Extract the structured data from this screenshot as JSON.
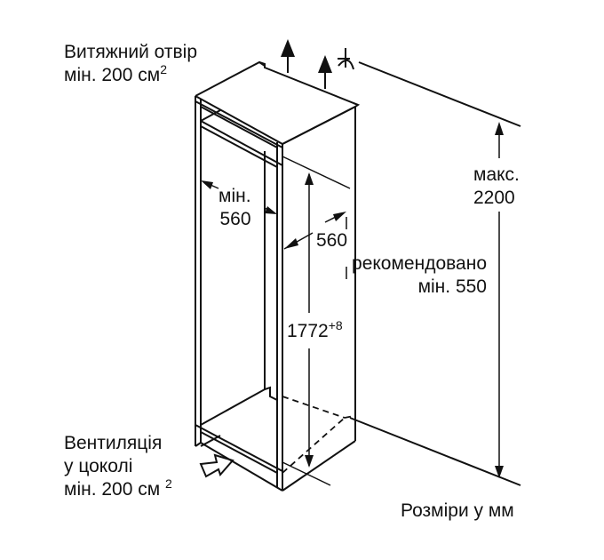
{
  "diagram": {
    "type": "built-in appliance niche installation drawing",
    "labels": {
      "exhaust_line1": "Витяжний отвір",
      "exhaust_line2": "мін. 200 см",
      "exhaust_sup": "2",
      "max_line1": "макс.",
      "max_line2": "2200",
      "inner_width_line1": "мін.",
      "inner_width_line2": "560",
      "depth_line1": "560",
      "depth_line2": "рекомендовано",
      "depth_line3": "мін. 550",
      "height_value": "1772",
      "height_tolerance": "+8",
      "plinth_line1": "Вентиляція",
      "plinth_line2": "у цоколі",
      "plinth_line3": "мін. 200 см",
      "plinth_sup": "2",
      "units_note": "Розміри у мм"
    },
    "icons": {
      "air_out": "arrow-up-icon",
      "air_in": "arrow-right-outline-icon",
      "ceiling": "ceiling-symbol-icon"
    },
    "colors": {
      "line": "#111111",
      "background": "#ffffff"
    }
  }
}
